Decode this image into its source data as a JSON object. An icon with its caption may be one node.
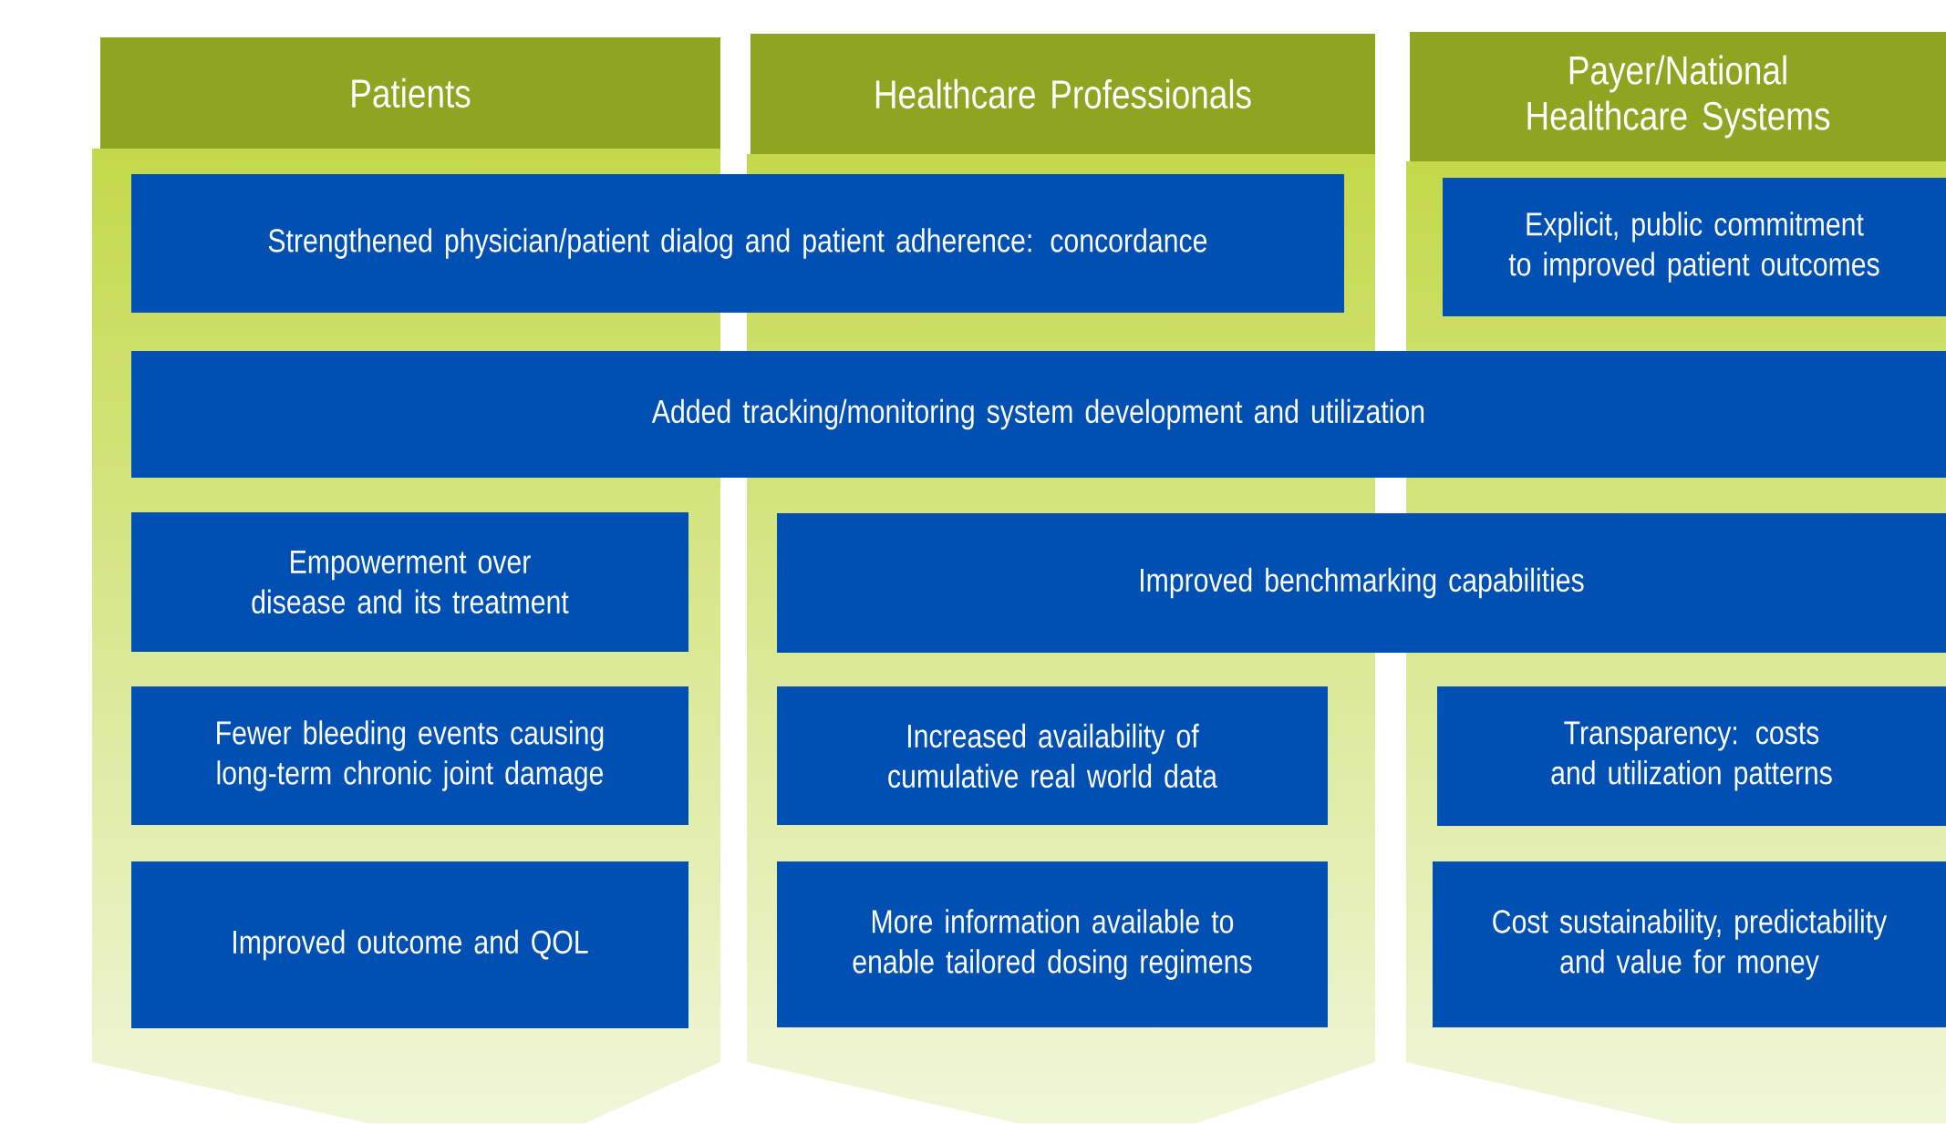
{
  "diagram": {
    "nodes": [
      {
        "text": [
          "Patients"
        ]
      },
      {
        "text": [
          "Healthcare Professionals"
        ]
      },
      {
        "text": [
          "Payer/National Healthcare Systems"
        ]
      },
      {
        "text": [
          "Strengthened physician/patient dialog and patient adherence: concordance"
        ]
      },
      {
        "text": [
          "Explicit, public commitment to improved patient outcomes"
        ]
      },
      {
        "text": [
          "Added tracking/monitoring system development and utilization"
        ]
      },
      {
        "text": [
          "Empowerment over disease and its treatment"
        ]
      },
      {
        "text": [
          "Improved benchmarking capabilities"
        ]
      },
      {
        "text": [
          "Fewer bleeding events causing long-term chronic joint damage"
        ]
      },
      {
        "text": [
          "Increased availability of cumulative real world data"
        ]
      },
      {
        "text": [
          "Transparency: costs and utilization patterns"
        ]
      },
      {
        "text": [
          "Improved outcome and QOL"
        ]
      },
      {
        "text": [
          "More information available to enable tailored dosing regimens"
        ]
      },
      {
        "text": [
          "Cost sustainability, predictability and value for money"
        ]
      }
    ]
  }
}
